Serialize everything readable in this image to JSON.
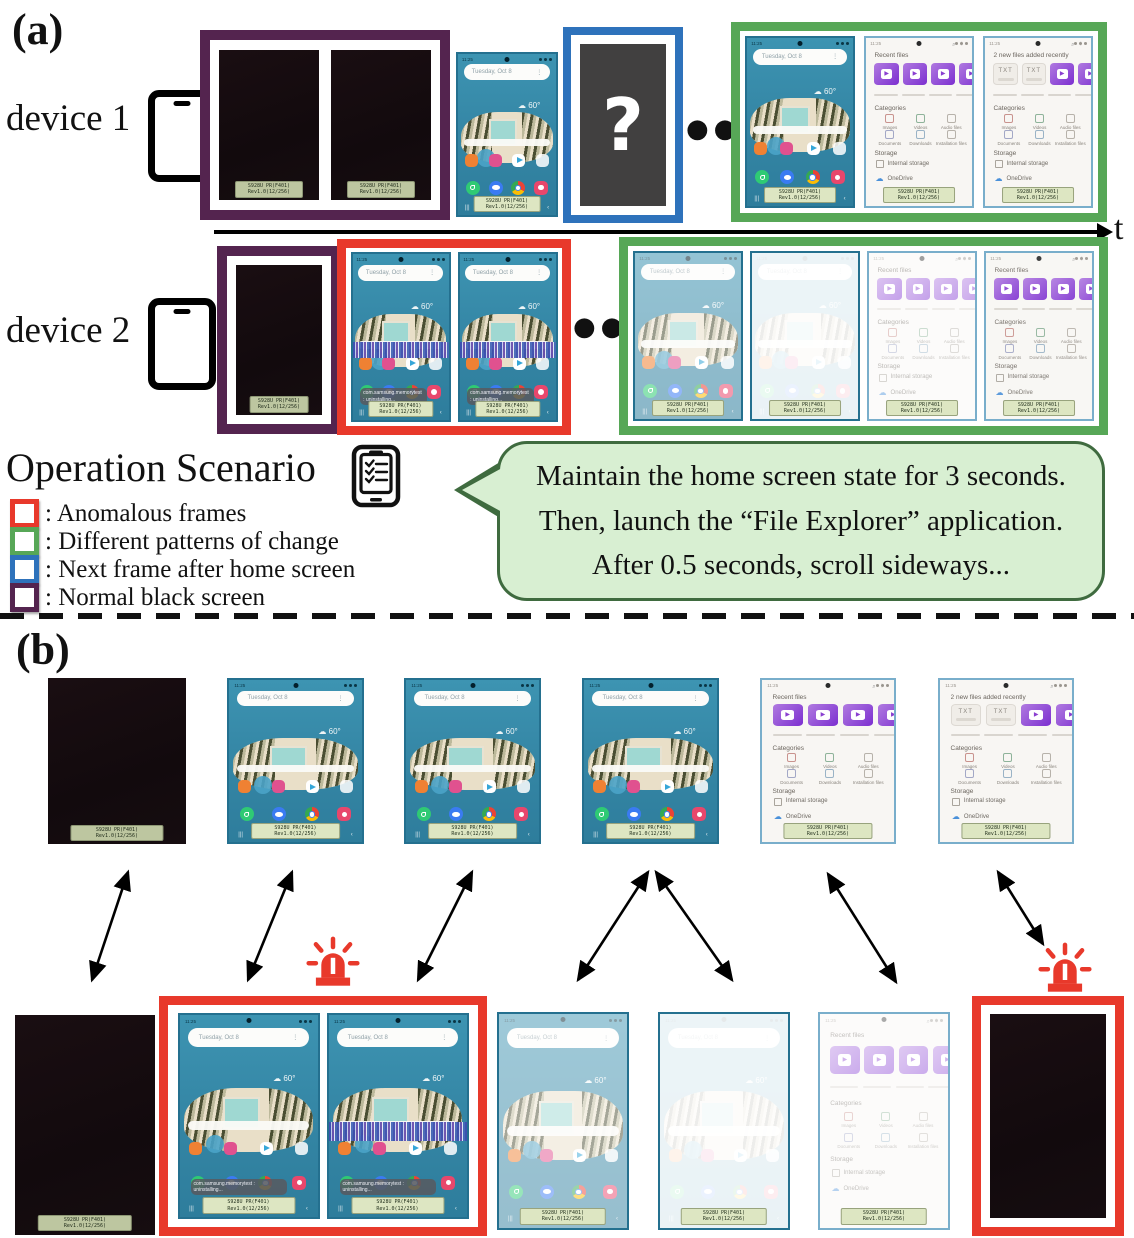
{
  "colors": {
    "red": "#e8392b",
    "green": "#57a757",
    "blue": "#2e72bb",
    "purple": "#54244f",
    "bubble_bg": "#d8efd2",
    "bubble_border": "#3f6b3f",
    "siren": "#e8392b"
  },
  "section_a": {
    "label": "(a)",
    "device1_label": "device 1",
    "device2_label": "device 2",
    "timeline_label": "t",
    "ellipsis": "●●●",
    "question_mark": "?",
    "operation_scenario_title": "Operation Scenario",
    "legend": [
      {
        "color": "#e8392b",
        "label": ": Anomalous frames"
      },
      {
        "color": "#57a757",
        "label": ": Different patterns of change"
      },
      {
        "color": "#2e72bb",
        "label": ": Next frame after home screen"
      },
      {
        "color": "#54244f",
        "label": ": Normal black screen"
      }
    ],
    "bubble_lines": [
      "Maintain the home screen state for 3 seconds.",
      "Then, launch the “File Explorer” application.",
      "After 0.5 seconds, scroll sideways..."
    ]
  },
  "section_b": {
    "label": "(b)"
  },
  "phone": {
    "status_time": "11:25",
    "search_pill": "Tuesday, Oct 8",
    "weather_cloud": "☁",
    "weather": "60°",
    "toast_text": "com.samsung.memorytest : uninstalling...",
    "device_label_line1": "S928U PR(F401)",
    "device_label_line2": "Rev1.0(12/256)",
    "nav_left": "|||",
    "nav_right": "‹",
    "search_more": "⋮",
    "explorer_top_icons": "⌕ ⋮",
    "explorer": {
      "recent_heading": "Recent files",
      "new_files_heading": "2 new files added recently",
      "txt_label": "TXT",
      "play_glyph": "▶",
      "categories_heading": "Categories",
      "categories": [
        "Images",
        "Videos",
        "Audio files",
        "Documents",
        "Downloads",
        "Installation files"
      ],
      "storage_heading": "Storage",
      "storage_items": [
        "Internal storage",
        "OneDrive"
      ]
    }
  }
}
